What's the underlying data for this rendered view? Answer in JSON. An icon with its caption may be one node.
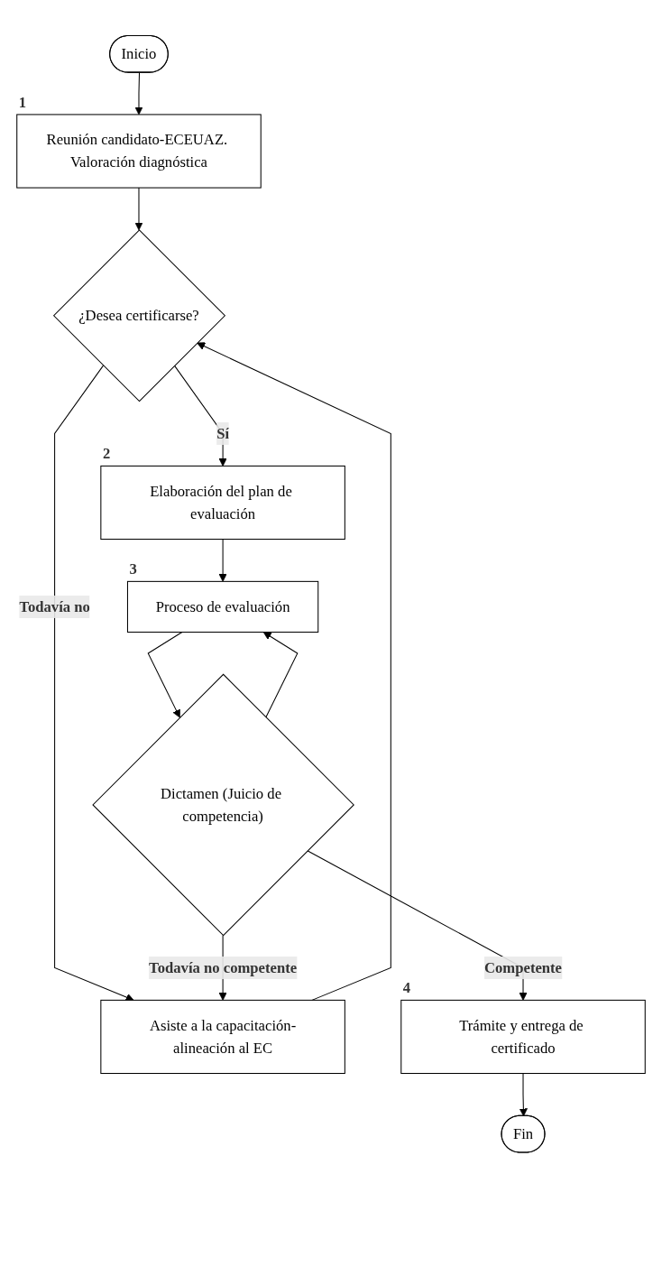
{
  "diagram": {
    "nodes": [
      {
        "text": [
          "Inicio"
        ]
      },
      {
        "text": [
          "Reunión candidato-ECEUAZ. Valoración diagnóstica"
        ],
        "beside": [
          "1"
        ]
      },
      {
        "text": [
          "¿Desea certificarse?"
        ]
      },
      {
        "text": [
          "Asiste a la capacitación-alineación al EC"
        ]
      },
      {
        "text": [
          "Elaboración del plan de evaluación"
        ],
        "beside": [
          "2"
        ]
      },
      {
        "text": [
          "Proceso de evaluación"
        ],
        "beside": [
          "3"
        ]
      },
      {
        "text": [
          "Dictamen (Juicio de competencia)"
        ]
      },
      {
        "text": [
          "Trámite y entrega de certificado"
        ],
        "beside": [
          "4"
        ]
      },
      {
        "text": [
          "Fin"
        ]
      }
    ],
    "edges": [
      {
        "from": 0,
        "to": 1,
        "arrow": "to"
      },
      {
        "from": 1,
        "to": 2,
        "arrow": "to"
      },
      {
        "from": 2,
        "to": 3,
        "arrow": "to",
        "label": "Todavía no"
      },
      {
        "from": 3,
        "to": 2,
        "arrow": "to"
      },
      {
        "from": 2,
        "to": 4,
        "arrow": "to",
        "label": "Sí"
      },
      {
        "from": 4,
        "to": 5,
        "arrow": "to"
      },
      {
        "from": 5,
        "to": 6,
        "arrow": "to"
      },
      {
        "from": 6,
        "to": 3,
        "arrow": "to",
        "label": "Todavía no competente"
      },
      {
        "from": 6,
        "to": 5,
        "arrow": "to"
      },
      {
        "from": 6,
        "to": 7,
        "arrow": "to",
        "label": "Competente"
      },
      {
        "from": 7,
        "to": 8,
        "arrow": "to"
      }
    ]
  }
}
